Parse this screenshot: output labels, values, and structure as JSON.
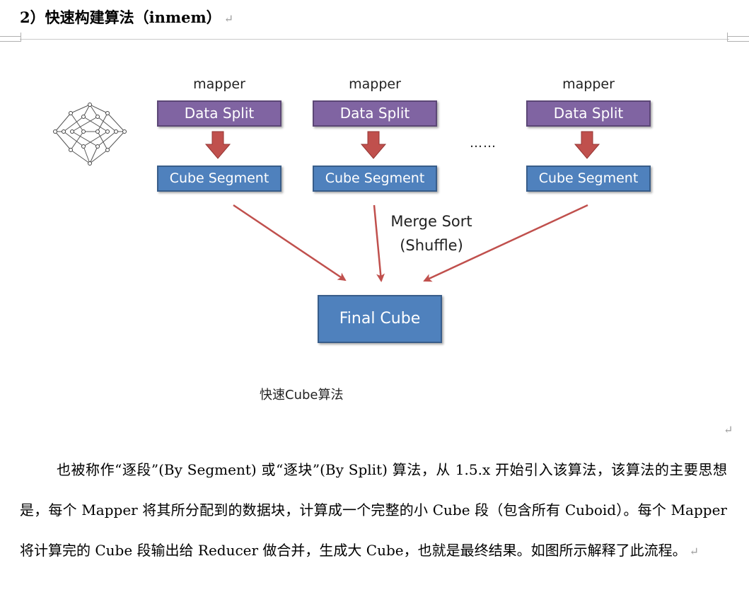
{
  "heading": {
    "text": "2）快速构建算法（inmem）",
    "para_mark": "↵"
  },
  "diagram": {
    "mappers": [
      {
        "label": "mapper",
        "split": "Data Split",
        "segment": "Cube Segment"
      },
      {
        "label": "mapper",
        "split": "Data Split",
        "segment": "Cube Segment"
      },
      {
        "label": "mapper",
        "split": "Data Split",
        "segment": "Cube Segment"
      }
    ],
    "ellipsis": "……",
    "merge_line1": "Merge Sort",
    "merge_line2": "(Shuffle)",
    "final": "Final Cube",
    "caption": "快速Cube算法",
    "colors": {
      "split": "#8064a2",
      "segment": "#4f81bd",
      "arrow_fill": "#c0504d",
      "arrow_line": "#c0504d"
    }
  },
  "caption_para_mark": "↵",
  "paragraph": {
    "text": "也被称作“逐段”(By Segment) 或“逐块”(By Split) 算法，从 1.5.x 开始引入该算法，该算法的主要思想是，每个 Mapper 将其所分配到的数据块，计算成一个完整的小 Cube 段（包含所有 Cuboid）。每个 Mapper 将计算完的 Cube 段输出给 Reducer 做合并，生成大 Cube，也就是最终结果。如图所示解释了此流程。",
    "para_mark": "↵"
  }
}
